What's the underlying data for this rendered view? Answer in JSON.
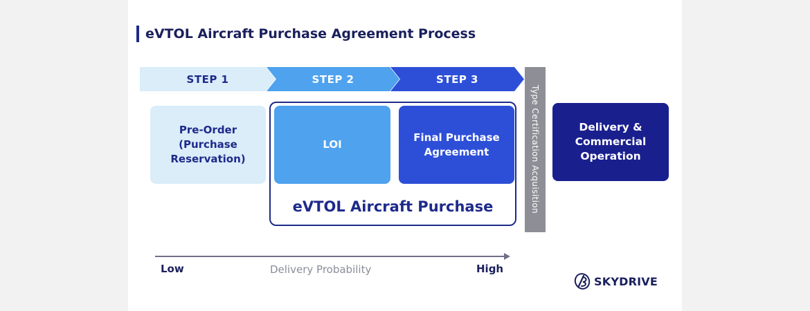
{
  "title": "eVTOL Aircraft Purchase Agreement Process",
  "steps": [
    {
      "label": "STEP 1"
    },
    {
      "label": "STEP 2"
    },
    {
      "label": "STEP 3"
    }
  ],
  "boxes": {
    "preorder": "Pre-Order\n(Purchase\nReservation)",
    "loi": "LOI",
    "final": "Final Purchase\nAgreement",
    "delivery": "Delivery &\nCommercial\nOperation"
  },
  "purchase_label": "eVTOL Aircraft Purchase",
  "type_certification": "Type Certification Acquisition",
  "axis": {
    "low": "Low",
    "middle": "Delivery Probability",
    "high": "High"
  },
  "logo": {
    "text": "SKYDRIVE",
    "icon": "skydrive-logo-icon"
  },
  "colors": {
    "navy": "#1e2a8a",
    "light_blue": "#daedf9",
    "mid_blue": "#4ea2ee",
    "royal_blue": "#2d4fd8",
    "dark_navy": "#1a1f8e",
    "gray_bar": "#8e8e96"
  }
}
